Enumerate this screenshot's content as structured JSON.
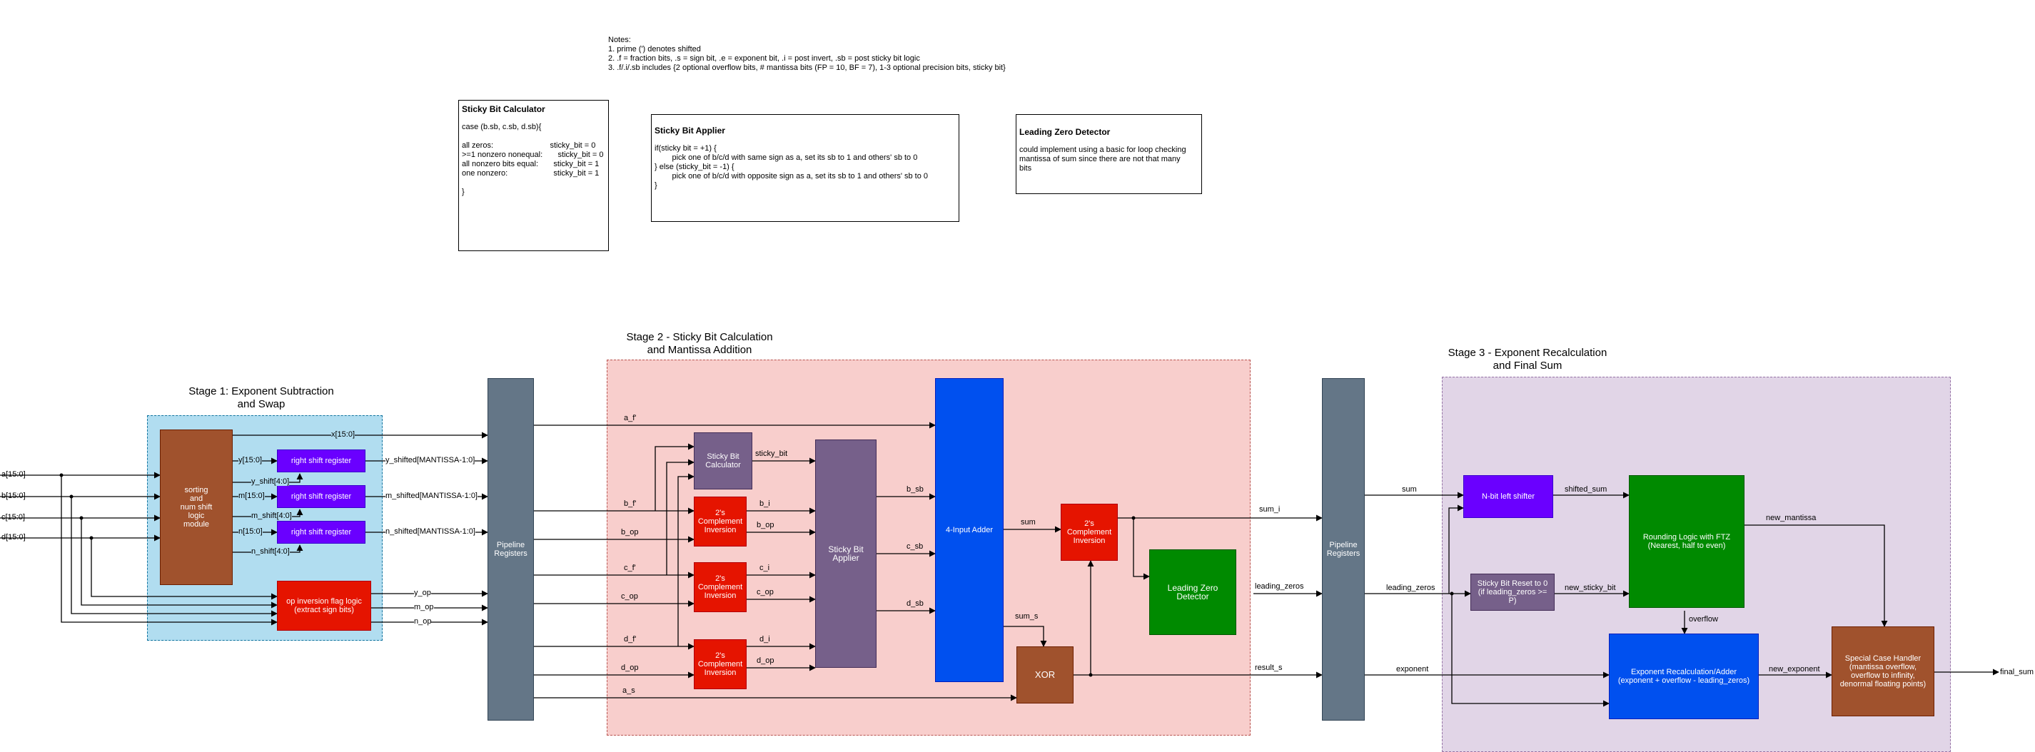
{
  "notes": {
    "title": "Notes:",
    "lines": [
      "1. prime (') denotes shifted",
      "2. .f = fraction bits, .s = sign bit, .e = exponent bit, .i = post invert, .sb = post sticky bit logic",
      "3. .f/.i/.sb includes {2 optional overflow bits, # mantissa bits (FP = 10, BF = 7), 1-3 optional precision bits, sticky bit}"
    ]
  },
  "sticky_calc_note": {
    "title": "Sticky Bit Calculator",
    "lines": [
      "case (b.sb, c.sb, d.sb){",
      "",
      "all zeros:                          sticky_bit = 0",
      ">=1 nonzero nonequal:       sticky_bit = 0",
      "all nonzero bits equal:       sticky_bit = 1",
      "one nonzero:                     sticky_bit = 1",
      "",
      "}"
    ]
  },
  "sticky_apply_note": {
    "title": "Sticky Bit Applier",
    "lines": [
      "if(sticky bit = +1) {",
      "        pick one of b/c/d with same sign as a, set its sb to 1 and others' sb to 0",
      "} else (sticky_bit = -1) {",
      "        pick one of b/c/d with opposite sign as a, set its sb to 1 and others' sb to 0",
      "}"
    ]
  },
  "lzd_note": {
    "title": "Leading Zero Detector",
    "lines": [
      "could implement using a basic for loop checking",
      "mantissa of sum since there are not that many",
      "bits"
    ]
  },
  "stages": {
    "stage1": "Stage 1: Exponent Subtraction\nand Swap",
    "stage2": "Stage 2 - Sticky Bit Calculation\nand Mantissa Addition",
    "stage3": "Stage 3 - Exponent Recalculation\nand Final Sum"
  },
  "blocks": {
    "sorting": "sorting\nand\nnum shift\nlogic\nmodule",
    "rsr1": "right shift register",
    "rsr2": "right shift register",
    "rsr3": "right shift register",
    "op_inv": "op inversion flag logic\n(extract sign bits)",
    "pipe1": "Pipeline\nRegisters",
    "sticky_calc": "Sticky Bit\nCalculator",
    "comp_b": "2's\nComplement\nInversion",
    "comp_c": "2's\nComplement\nInversion",
    "comp_d": "2's\nComplement\nInversion",
    "sticky_apply": "Sticky Bit\nApplier",
    "adder4": "4-Input Adder",
    "comp_sum": "2's\nComplement\nInversion",
    "xor": "XOR",
    "lzd": "Leading Zero\nDetector",
    "pipe2": "Pipeline\nRegisters",
    "nbit_shift": "N-bit left shifter",
    "sticky_reset": "Sticky Bit Reset to 0\n(if leading_zeros >=\nP)",
    "rounding": "Rounding Logic with FTZ\n(Nearest, half to even)",
    "exp_recalc": "Exponent Recalculation/Adder\n(exponent + overflow - leading_zeros)",
    "special": "Special Case Handler\n(mantissa overflow,\noverflow to infinity,\ndenormal floating points)"
  },
  "signals": {
    "a_in": "a[15:0]",
    "b_in": "b[15:0]",
    "c_in": "c[15:0]",
    "d_in": "d[15:0]",
    "x": "x[15:0]",
    "y": "y[15:0]",
    "m": "m[15:0]",
    "n": "n[15:0]",
    "y_shift": "y_shift[4:0]",
    "m_shift": "m_shift[4:0]",
    "n_shift": "n_shift[4:0]",
    "y_shifted": "y_shifted[MANTISSA-1:0]",
    "m_shifted": "m_shifted[MANTISSA-1:0]",
    "n_shifted": "n_shifted[MANTISSA-1:0]",
    "y_op": "y_op",
    "m_op": "m_op",
    "n_op": "n_op",
    "a_f": "a_f'",
    "b_f": "b_f'",
    "b_op": "b_op",
    "c_f": "c_f'",
    "c_op": "c_op",
    "d_f": "d_f'",
    "d_op": "d_op",
    "a_s": "a_s",
    "sticky_bit": "sticky_bit",
    "b_i": "b_i",
    "b_op2": "b_op",
    "c_i": "c_i",
    "c_op2": "c_op",
    "d_i": "d_i",
    "d_op2": "d_op",
    "b_sb": "b_sb",
    "c_sb": "c_sb",
    "d_sb": "d_sb",
    "sum": "sum",
    "sum_s": "sum_s",
    "sum_i": "sum_i",
    "leading_zeros": "leading_zeros",
    "result_s": "result_s",
    "sum3": "sum",
    "leading_zeros3": "leading_zeros",
    "shifted_sum": "shifted_sum",
    "new_sticky_bit": "new_sticky_bit",
    "new_mantissa": "new_mantissa",
    "overflow": "overflow",
    "exponent": "exponent",
    "new_exponent": "new_exponent",
    "final_sum": "final_sum"
  },
  "colors": {
    "stage1_bg": "#b1ddf0",
    "stage2_bg": "#f8cecc",
    "stage3_bg": "#e1d5e7",
    "pipeline": "#647687",
    "purple_reg": "#6a00ff",
    "red": "#e51400",
    "brown": "#a0522d",
    "violet": "#76608a",
    "blue": "#0050ef",
    "green": "#008a00"
  }
}
